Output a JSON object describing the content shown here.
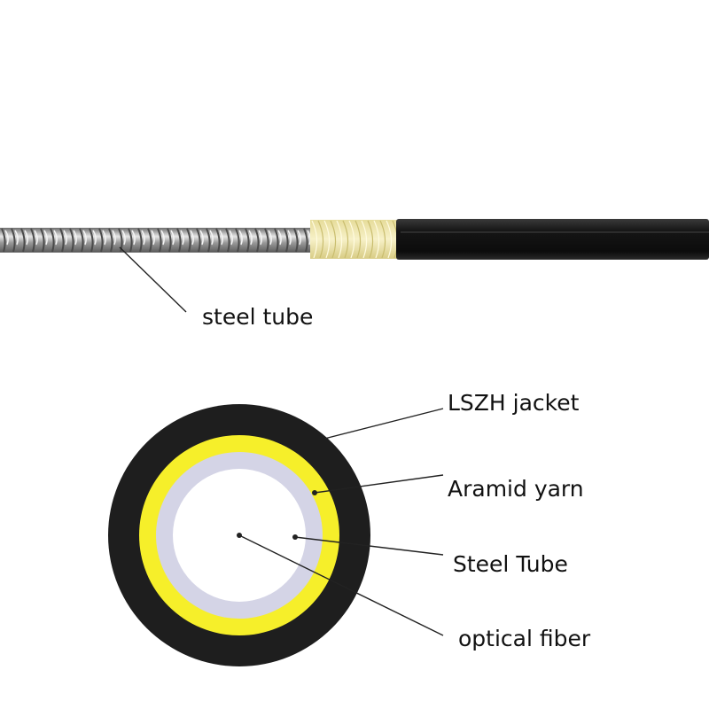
{
  "labels": {
    "steel_tube_side": "steel tube",
    "lszh_jacket": "LSZH jacket",
    "aramid_yarn": "Aramid yarn",
    "steel_tube": "Steel Tube",
    "optical_fiber": "optical fiber"
  },
  "colors": {
    "background": "#ffffff",
    "jacket": "#1e1e1e",
    "aramid": "#f6ef2a",
    "steel_ring": "#d4d4e6",
    "core": "#ffffff",
    "leader_line": "#222222",
    "aramid_exposed": "#f1e9b4",
    "steel_metal": "#a8a8a8"
  },
  "icons": {
    "side_view": "armored-fiber-cable-side-view",
    "cross_section": "cable-cross-section"
  }
}
